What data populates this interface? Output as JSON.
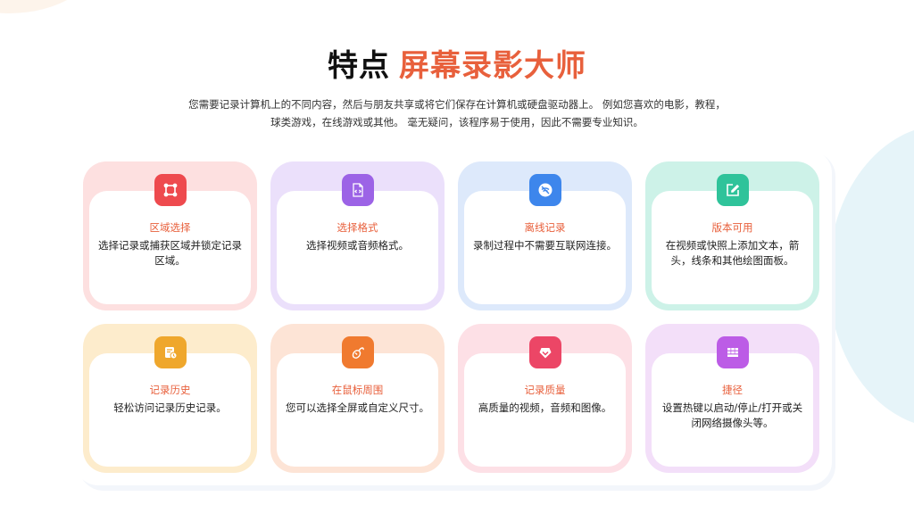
{
  "header": {
    "title_prefix": "特点",
    "title_highlight": "屏幕录影大师",
    "description_line1": "您需要记录计算机上的不同内容，然后与朋友共享或将它们保存在计算机或硬盘驱动器上。 例如您喜欢的电影，教程，",
    "description_line2": "球类游戏，在线游戏或其他。 毫无疑问，该程序易于使用，因此不需要专业知识。"
  },
  "colors": {
    "accent": "#e8603c",
    "title": "#111111"
  },
  "features": [
    {
      "title": "区域选择",
      "desc": "选择记录或捕获区域并锁定记录区域。",
      "icon": "region-select-icon",
      "icon_color": "#ee4a4e",
      "card_color": "#fde0e0"
    },
    {
      "title": "选择格式",
      "desc": "选择视频或音频格式。",
      "icon": "file-code-icon",
      "icon_color": "#9c63e6",
      "card_color": "#ebe0fb"
    },
    {
      "title": "离线记录",
      "desc": "录制过程中不需要互联网连接。",
      "icon": "wifi-off-icon",
      "icon_color": "#3d86ec",
      "card_color": "#dde9fb"
    },
    {
      "title": "版本可用",
      "desc": "在视频或快照上添加文本，箭头，线条和其他绘图面板。",
      "icon": "edit-icon",
      "icon_color": "#2fc39a",
      "card_color": "#cdf2e8"
    },
    {
      "title": "记录历史",
      "desc": "轻松访问记录历史记录。",
      "icon": "history-icon",
      "icon_color": "#efa72c",
      "card_color": "#fdeccc"
    },
    {
      "title": "在鼠标周围",
      "desc": "您可以选择全屏或自定义尺寸。",
      "icon": "mouse-icon",
      "icon_color": "#f07a2f",
      "card_color": "#fde4d6"
    },
    {
      "title": "记录质量",
      "desc": "高质量的视频，音频和图像。",
      "icon": "quality-icon",
      "icon_color": "#ec4666",
      "card_color": "#fde0e6"
    },
    {
      "title": "捷径",
      "desc": "设置热键以启动/停止/打开或关闭网络摄像头等。",
      "icon": "keyboard-shortcut-icon",
      "icon_color": "#bc5ce6",
      "card_color": "#f3dff9"
    }
  ]
}
